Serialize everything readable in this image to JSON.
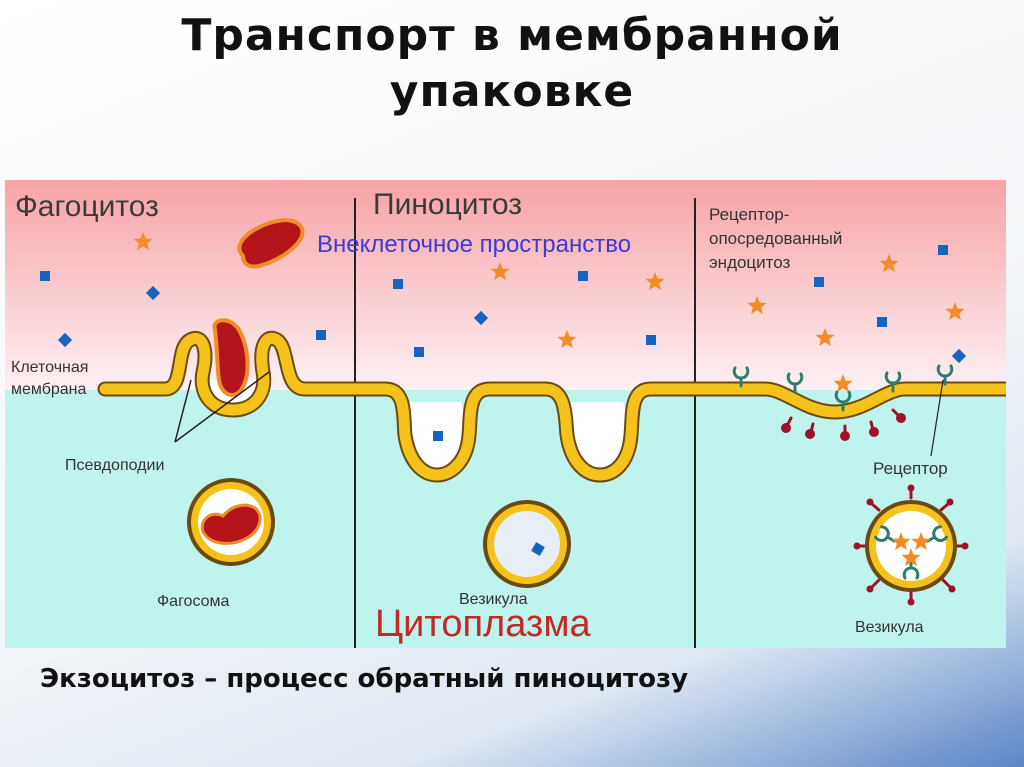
{
  "title": {
    "line1": "Транспорт в мембранной",
    "line2": "упаковке"
  },
  "diagram": {
    "sections": {
      "phagocytosis": "Фагоцитоз",
      "pinocytosis": "Пиноцитоз",
      "receptor_endocytosis": [
        "Рецептор-",
        "опосредованный",
        "эндоцитоз"
      ]
    },
    "labels": {
      "extracellular": "Внеклеточное пространство",
      "membrane": [
        "Клеточная",
        "мембрана"
      ],
      "pseudopodia": "Псевдоподии",
      "phagosome": "Фагосома",
      "vesicle_1": "Везикула",
      "cytoplasm": "Цитоплазма",
      "receptor": "Рецептор",
      "vesicle_2": "Везикула"
    },
    "colors": {
      "extracellular_top": "#f7a8a8",
      "extracellular_bottom": "#fbe9ee",
      "cytoplasm": "#bff3ee",
      "membrane": "#f5c21b",
      "membrane_outline": "#6b4a12",
      "particle": "#b3141a",
      "star": "#f28c28",
      "square": "#1565c0",
      "receptor": "#2e7d6b",
      "protein": "#a01028",
      "extracellular_text": "#3b3bd6",
      "cytoplasm_text": "#c62828"
    }
  },
  "footer": "Экзоцитоз – процесс обратный пиноцитозу"
}
